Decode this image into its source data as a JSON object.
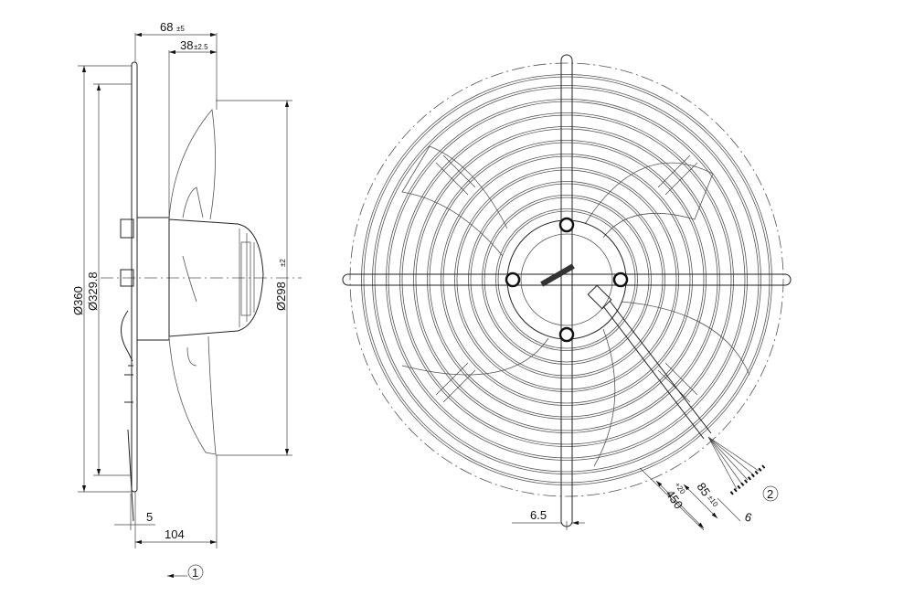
{
  "title": "Axial fan dimensional drawing",
  "side_view": {
    "dim_68": {
      "value": "68",
      "tol": "±5"
    },
    "dim_38": {
      "value": "38",
      "tol": "±2.5"
    },
    "dim_360": {
      "value": "Ø360"
    },
    "dim_329": {
      "value": "Ø329.8"
    },
    "dim_298": {
      "value": "Ø298",
      "tol": "±2"
    },
    "dim_5": {
      "value": "5"
    },
    "dim_104": {
      "value": "104"
    },
    "airflow_marker": "1"
  },
  "front_view": {
    "dim_6_5": {
      "value": "6.5"
    },
    "dim_450": {
      "value": "450",
      "tol": "+20"
    },
    "dim_85": {
      "value": "85",
      "tol": "±10"
    },
    "dim_6": {
      "value": "6"
    },
    "cable_marker": "2"
  }
}
